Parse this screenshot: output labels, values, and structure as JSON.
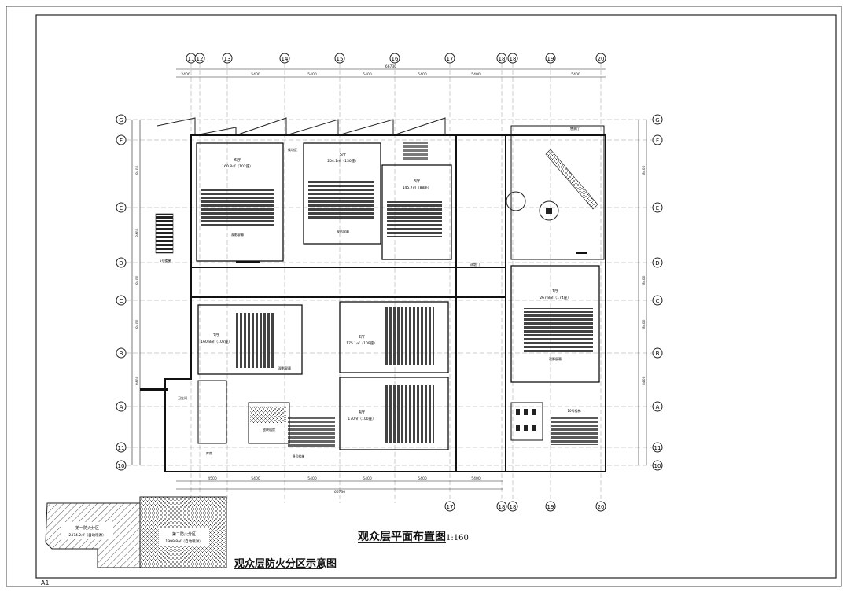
{
  "drawing": {
    "main_title": "观众层平面布置图",
    "scale": "1:160",
    "zone_title": "观众层防火分区示意图",
    "sheet": "A1"
  },
  "grid": {
    "top": [
      "11",
      "12",
      "13",
      "14",
      "15",
      "16",
      "17",
      "18",
      "18",
      "19",
      "20"
    ],
    "bottom": [
      "17",
      "18",
      "18",
      "19",
      "20"
    ],
    "left": [
      "G",
      "F",
      "E",
      "D",
      "C",
      "B",
      "A",
      "11",
      "10"
    ],
    "right": [
      "G",
      "F",
      "E",
      "D",
      "C",
      "B",
      "A",
      "11",
      "10"
    ]
  },
  "dimensions": {
    "top_total": "66730",
    "bottom_total": "66730",
    "top_spans": [
      "2400",
      "5400",
      "5400",
      "5400",
      "5400",
      "5400",
      "5400"
    ],
    "bottom_spans": [
      "4500",
      "5400",
      "5400",
      "5400",
      "5400",
      "5400"
    ],
    "left_spans": [
      "8400",
      "8400",
      "8400",
      "8400",
      "8400"
    ],
    "right_spans": [
      "8400",
      "8400",
      "8400",
      "8400"
    ]
  },
  "rooms": {
    "hall6": {
      "name": "6厅",
      "area": "160.8㎡（102座）"
    },
    "hall5": {
      "name": "5厅",
      "area": "204.1㎡（130座）"
    },
    "hall3": {
      "name": "3厅",
      "area": "145.7㎡（88座）"
    },
    "hall7": {
      "name": "7厅",
      "area": "160.8㎡（102座）"
    },
    "hall2": {
      "name": "2厅",
      "area": "175.1㎡（109座）"
    },
    "hall4": {
      "name": "4厅",
      "area": "170㎡（100座）"
    },
    "hall1": {
      "name": "1厅",
      "area": "267.8㎡（174座）"
    },
    "screen": "观影屏幕",
    "stair5": "5号楼梯",
    "stair9": "9号楼梯",
    "stair10": "10号楼梯",
    "toilet": "卫生间",
    "projection": "放映机房",
    "office": "售票厅",
    "lobby": "候场区",
    "storage": "库房",
    "exit": "疏散门"
  },
  "fire_zones": {
    "zone1": {
      "name": "第一防火分区",
      "area": "2474.2㎡（自动喷淋）"
    },
    "zone2": {
      "name": "第二防火分区",
      "area": "1999.8㎡（自动喷淋）"
    }
  }
}
